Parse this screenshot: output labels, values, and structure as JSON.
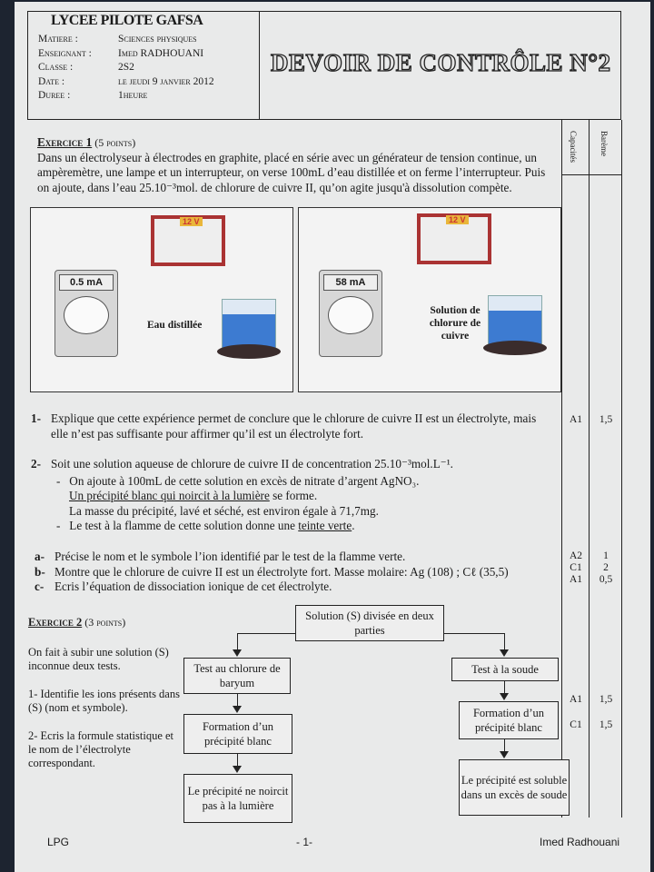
{
  "header": {
    "school": "LYCEE PILOTE GAFSA",
    "fields": [
      {
        "k": "Matiere :",
        "v": "Sciences physiques"
      },
      {
        "k": "Enseignant :",
        "v": "Imed RADHOUANI"
      },
      {
        "k": "Classe :",
        "v": "2S2"
      },
      {
        "k": "Date :",
        "v": "le jeudi 9 janvier 2012"
      },
      {
        "k": "Duree :",
        "v": "1heure"
      }
    ],
    "title": "DEVOIR DE CONTRÔLE N°2"
  },
  "columns": {
    "capacites": "Capacités",
    "bareme": "Barème"
  },
  "ex1": {
    "title": "Exercice 1",
    "points": " (5 points)",
    "intro": "Dans un électrolyseur à électrodes en graphite, placé en série avec un générateur de tension continue, un ampèremètre, une lampe et un interrupteur, on verse 100mL d’eau distillée et on ferme l’interrupteur. Puis on ajoute, dans l’eau 25.10⁻³mol. de chlorure de cuivre II, qu’on agite jusqu'à dissolution compète.",
    "fig1": {
      "voltage": "12 V",
      "reading": "0.5 mA",
      "label": "Eau distillée"
    },
    "fig2": {
      "voltage": "12 V",
      "reading": "58 mA",
      "label": "Solution de chlorure de cuivre"
    },
    "q1": {
      "num": "1-",
      "text": "Explique que cette expérience permet de conclure que le chlorure de cuivre II est un électrolyte, mais elle n’est pas suffisante pour affirmer qu’il est un électrolyte fort.",
      "cap": "A1",
      "pts": "1,5"
    },
    "q2": {
      "num": "2-",
      "text": "Soit une solution aqueuse de chlorure de cuivre II de  concentration 25.10⁻³mol.L⁻¹.",
      "b1": "On ajoute à 100mL de cette solution en excès de nitrate d’argent AgNO₃.",
      "b1u": "Un précipité blanc qui noircit à la lumière",
      "b1r": " se forme.",
      "b1m": "La masse du précipité, lavé et séché, est environ égale à 71,7mg.",
      "b2": "Le test à la flamme de cette solution donne une ",
      "b2u": "teinte verte",
      "b2e": "."
    },
    "subs": [
      {
        "num": "a-",
        "text": "Précise le nom et le symbole l’ion identifié par le test de la flamme verte.",
        "cap": "A2",
        "pts": "1"
      },
      {
        "num": "b-",
        "text": "Montre que le chlorure de cuivre II est un électrolyte fort. Masse molaire: Ag (108) ; Cℓ (35,5)",
        "cap": "C1",
        "pts": "2"
      },
      {
        "num": "c-",
        "text": "Ecris l’équation de dissociation ionique de cet électrolyte.",
        "cap": "A1",
        "pts": "0,5"
      }
    ]
  },
  "ex2": {
    "title": "Exercice 2",
    "points": " (3 points)",
    "intro": "On fait à subir une solution (S) inconnue deux tests.",
    "q1": "1-  Identifie les ions présents dans (S) (nom et symbole).",
    "q2": "2-  Ecris la formule statistique et le nom de l’électrolyte correspondant.",
    "cap1": "A1",
    "pts1": "1,5",
    "cap2": "C1",
    "pts2": "1,5",
    "diagram": {
      "root": "Solution (S) divisée en deux parties",
      "left1": "Test au chlorure de baryum",
      "left2": "Formation d’un précipité blanc",
      "left3": "Le précipité ne noircit pas à la lumière",
      "right1": "Test à la soude",
      "right2": "Formation d’un précipité blanc",
      "right3": "Le précipité est soluble dans un excès de soude"
    }
  },
  "footer": {
    "left": "LPG",
    "center": "- 1-",
    "right": "Imed Radhouani"
  }
}
